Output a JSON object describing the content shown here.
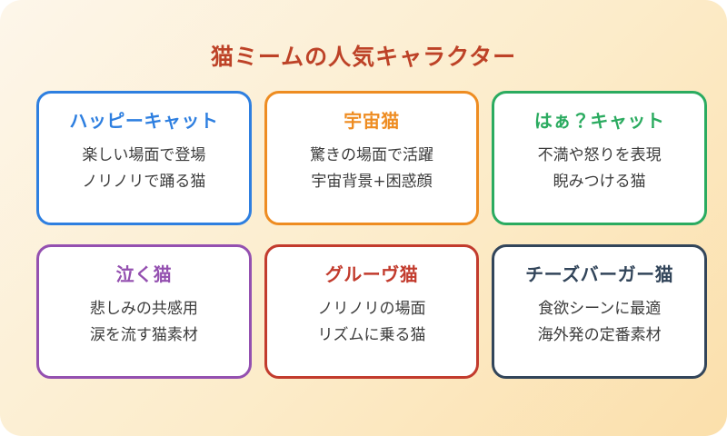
{
  "page": {
    "title": "猫ミームの人気キャラクター",
    "title_color": "#bd4227",
    "bg_gradient_start": "#fdf6ea",
    "bg_gradient_end": "#fbdfab",
    "body_text_color": "#3c3c3c"
  },
  "cards": [
    {
      "name": "ハッピーキャット",
      "color": "#2e7fe0",
      "lines": [
        "楽しい場面で登場",
        "ノリノリで踊る猫"
      ]
    },
    {
      "name": "宇宙猫",
      "color": "#ee8c21",
      "lines": [
        "驚きの場面で活躍",
        "宇宙背景+困惑顔"
      ]
    },
    {
      "name": "はぁ？キャット",
      "color": "#2bab60",
      "lines": [
        "不満や怒りを表現",
        "睨みつける猫"
      ]
    },
    {
      "name": "泣く猫",
      "color": "#9450b0",
      "lines": [
        "悲しみの共感用",
        "涙を流す猫素材"
      ]
    },
    {
      "name": "グルーヴ猫",
      "color": "#c23b2d",
      "lines": [
        "ノリノリの場面",
        "リズムに乗る猫"
      ]
    },
    {
      "name": "チーズバーガー猫",
      "color": "#32455a",
      "lines": [
        "食欲シーンに最適",
        "海外発の定番素材"
      ]
    }
  ]
}
